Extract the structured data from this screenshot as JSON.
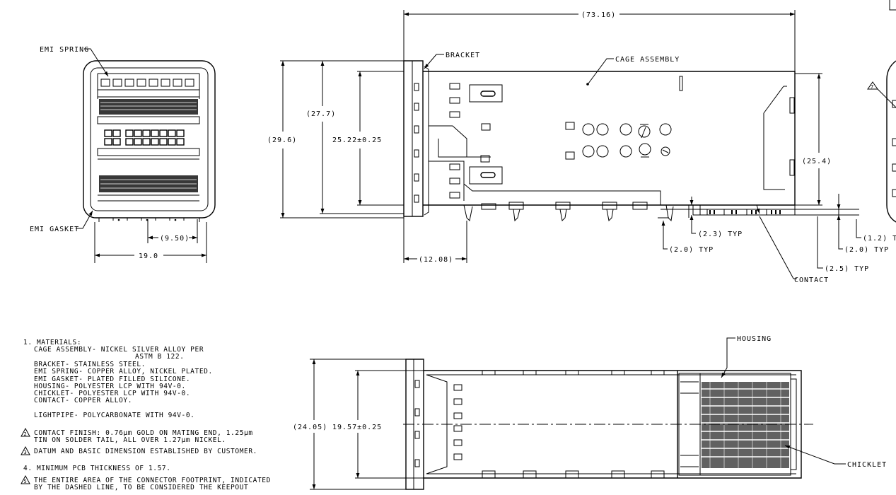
{
  "labels": {
    "emi_spring": "EMI SPRING",
    "emi_gasket": "EMI GASKET",
    "bracket": "BRACKET",
    "cage_assembly": "CAGE ASSEMBLY",
    "contact": "CONTACT",
    "housing": "HOUSING",
    "chicklet": "CHICKLET",
    "note_flag_7": "7"
  },
  "dimensions": {
    "overall_length": "(73.16)",
    "height_27_7": "(27.7)",
    "height_29_6": "(29.6)",
    "height_25_22": "25.22±0.25",
    "height_25_4": "(25.4)",
    "width_9_50": "(9.50)",
    "width_19_0": "19.0",
    "offset_12_08": "(12.08)",
    "typ_2_3": "(2.3) TYP",
    "typ_2_0_a": "(2.0) TYP",
    "typ_2_0_b": "(2.0) TYP",
    "typ_1_2": "(1.2) T",
    "typ_2_5": "(2.5) TYP",
    "width_24_05": "(24.05)",
    "width_19_57": "19.57±0.25"
  },
  "notes": {
    "n1_line1": "1. MATERIALS:",
    "n1_line2": "CAGE ASSEMBLY- NICKEL SILVER ALLOY PER",
    "n1_line3": "ASTM B 122.",
    "n1_line4": "BRACKET- STAINLESS STEEL.",
    "n1_line5": "EMI SPRING- COPPER ALLOY, NICKEL PLATED.",
    "n1_line6": "EMI GASKET- PLATED FILLED SILICONE.",
    "n1_line7": "HOUSING- POLYESTER LCP WITH 94V-0.",
    "n1_line8": "CHICKLET- POLYESTER LCP WITH 94V-0.",
    "n1_line9": "CONTACT- COPPER ALLOY.",
    "n1_line10": "LIGHTPIPE- POLYCARBONATE WITH 94V-0.",
    "n2_num": "2",
    "n2_line1": "CONTACT FINISH: 0.76µm GOLD ON MATING END, 1.25µm",
    "n2_line2": "TIN ON SOLDER TAIL, ALL OVER 1.27µm NICKEL.",
    "n3_num": "3",
    "n3_line1": "DATUM AND BASIC DIMENSION ESTABLISHED BY CUSTOMER.",
    "n4_line1": "4. MINIMUM PCB THICKNESS OF 1.57.",
    "n5_num": "5",
    "n5_line1": "THE ENTIRE AREA OF THE CONNECTOR FOOTPRINT, INDICATED",
    "n5_line2": "BY THE DASHED LINE, TO BE CONSIDERED THE KEEPOUT"
  }
}
